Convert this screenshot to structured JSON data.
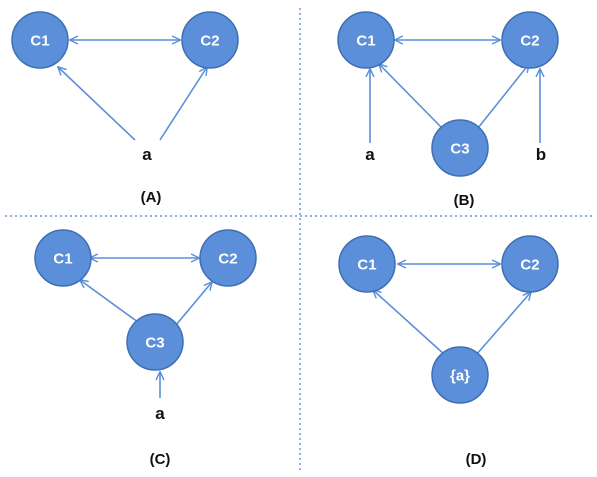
{
  "panels": {
    "A": {
      "caption": "(A)",
      "nodes": {
        "c1": "C1",
        "c2": "C2"
      },
      "labels": {
        "a": "a"
      }
    },
    "B": {
      "caption": "(B)",
      "nodes": {
        "c1": "C1",
        "c2": "C2",
        "c3": "C3"
      },
      "labels": {
        "a": "a",
        "b": "b"
      }
    },
    "C": {
      "caption": "(C)",
      "nodes": {
        "c1": "C1",
        "c2": "C2",
        "c3": "C3"
      },
      "labels": {
        "a": "a"
      }
    },
    "D": {
      "caption": "(D)",
      "nodes": {
        "c1": "C1",
        "c2": "C2",
        "set_a": "{a}"
      },
      "labels": {}
    }
  },
  "colors": {
    "node_fill": "#5b8fd9",
    "node_stroke": "#3f6fb3",
    "edge": "#5b8fd9",
    "divider": "#4a7cc2"
  }
}
